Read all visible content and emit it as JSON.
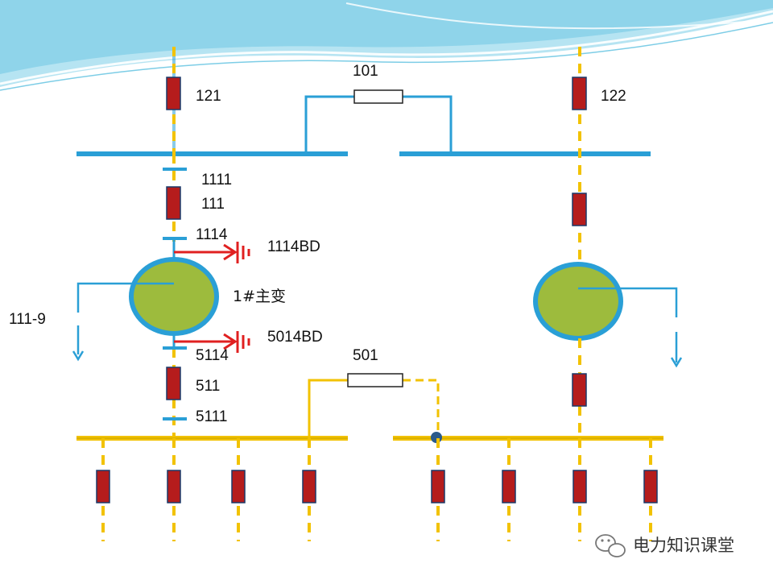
{
  "labels": {
    "breaker_101": "101",
    "breaker_121": "121",
    "breaker_122": "122",
    "switch_1111": "1111",
    "breaker_111": "111",
    "switch_1114": "1114",
    "ground_1114bd": "1114BD",
    "transformer_1": "1#主变",
    "switch_111_9": "111-9",
    "ground_5014bd": "5014BD",
    "switch_5114": "5114",
    "breaker_511": "511",
    "switch_5111": "5111",
    "breaker_501": "501"
  },
  "watermark": {
    "icon": "wechat-icon",
    "text": "电力知识课堂"
  },
  "colors": {
    "hv_bus": "#2a9fd6",
    "lv_bus": "#f2c200",
    "breaker_fill": "#b51c1c",
    "breaker_stroke": "#1a3a6a",
    "transformer_fill": "#9dbb3d",
    "transformer_ring": "#2a9fd6",
    "ground_arrow": "#e02020",
    "background_wave": "#8fd4ea"
  }
}
